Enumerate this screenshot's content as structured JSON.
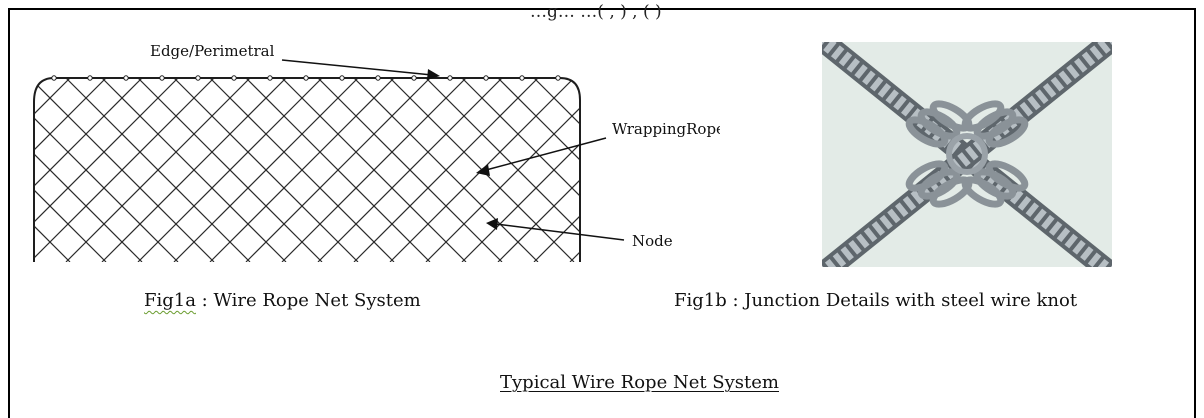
{
  "header_fragment": "…g…  …( , ) , ( )",
  "fig1a": {
    "labels": {
      "edge": "Edge/Perimetral",
      "wrapping": "WrappingRope",
      "node": "Node"
    },
    "caption_prefix": "Fig1a",
    "caption_rest": " : Wire Rope Net System"
  },
  "fig1b": {
    "caption": "Fig1b : Junction Details with steel wire knot"
  },
  "title": "Typical Wire Rope Net System",
  "colors": {
    "net_line": "#2b2b2b",
    "photo_bg": "#e3ebe7",
    "cable_dark": "#5e666c",
    "cable_light": "#b7bfc4",
    "clip_fill": "#9aa2a8"
  }
}
